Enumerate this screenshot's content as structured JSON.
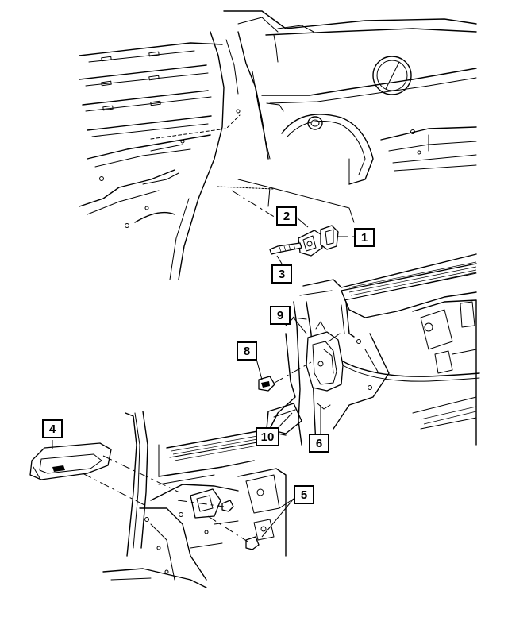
{
  "diagram": {
    "callouts": [
      "1",
      "2",
      "3",
      "4",
      "5",
      "6",
      "8",
      "9",
      "10"
    ]
  },
  "colors": {
    "line": "#000000",
    "background": "#ffffff"
  }
}
